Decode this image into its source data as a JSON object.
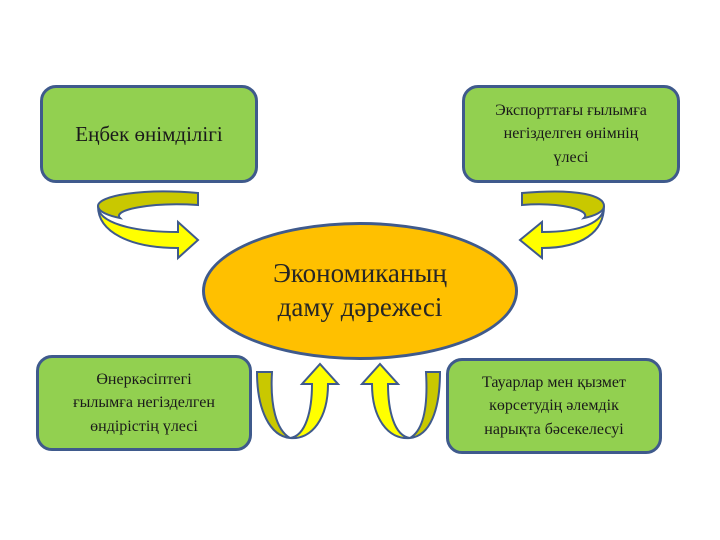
{
  "center": {
    "label": "Экономиканың\nдаму дәрежесі"
  },
  "boxes": {
    "top_left": "Еңбек өнімділігі",
    "top_right": "Экспорттағы ғылымға\nнегізделген өнімнің\nүлесі",
    "bottom_left": "Өнеркәсіптегі\nғылымға негізделген\nөндірістің үлесі",
    "bottom_right": "Тауарлар мен қызмет\nкөрсетудің әлемдік\nнарықта бәсекелесуі"
  },
  "colors": {
    "box_fill": "#92d050",
    "box_border": "#3f5a8c",
    "center_fill": "#ffc000",
    "arrow_fill": "#ffff00",
    "arrow_shade": "#c9c800",
    "arrow_stroke": "#3f5a8c"
  }
}
